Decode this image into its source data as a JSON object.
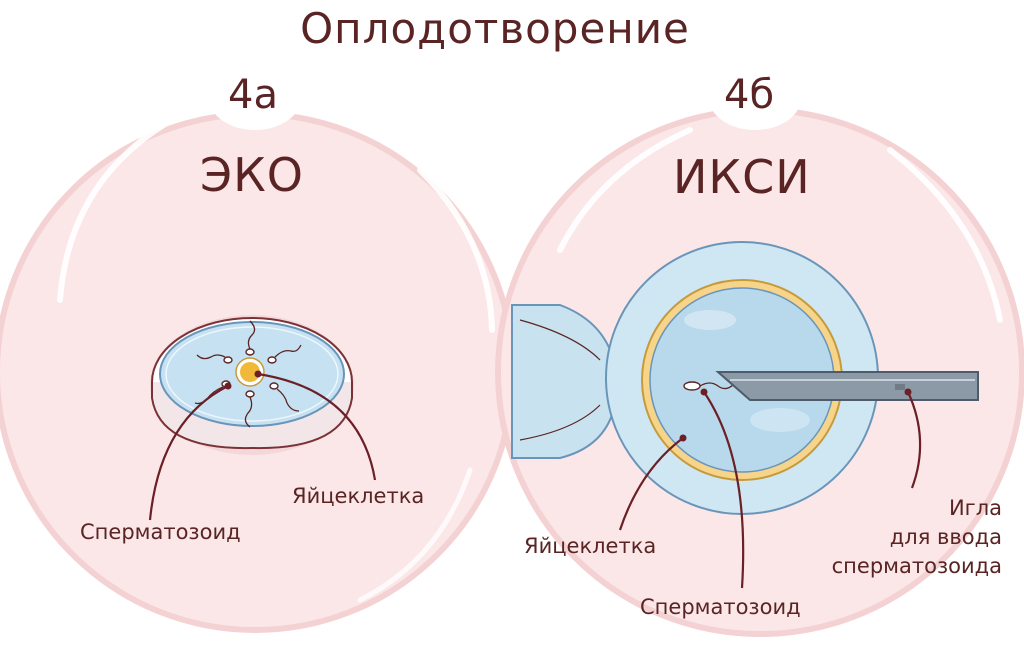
{
  "title": "Оплодотворение",
  "panels": [
    {
      "badge": "4а",
      "method": "ЭКО",
      "labels": {
        "egg": "Яйцеклетка",
        "sperm": "Сперматозоид"
      }
    },
    {
      "badge": "4б",
      "method": "ИКСИ",
      "labels": {
        "egg": "Яйцеклетка",
        "sperm": "Сперматозоид",
        "needle_line1": "Игла",
        "needle_line2": "для ввода",
        "needle_line3": "сперматозоида"
      }
    }
  ],
  "colors": {
    "background_circle": "#fbe7e8",
    "circle_outline": "#f4d2d4",
    "text": "#5a2424",
    "leader_line": "#6b1f26",
    "cell_fill": "#bcdcee",
    "cell_outline": "#6a95ba",
    "yolk": "#f1b93a",
    "needle": "#8c9aa8"
  }
}
